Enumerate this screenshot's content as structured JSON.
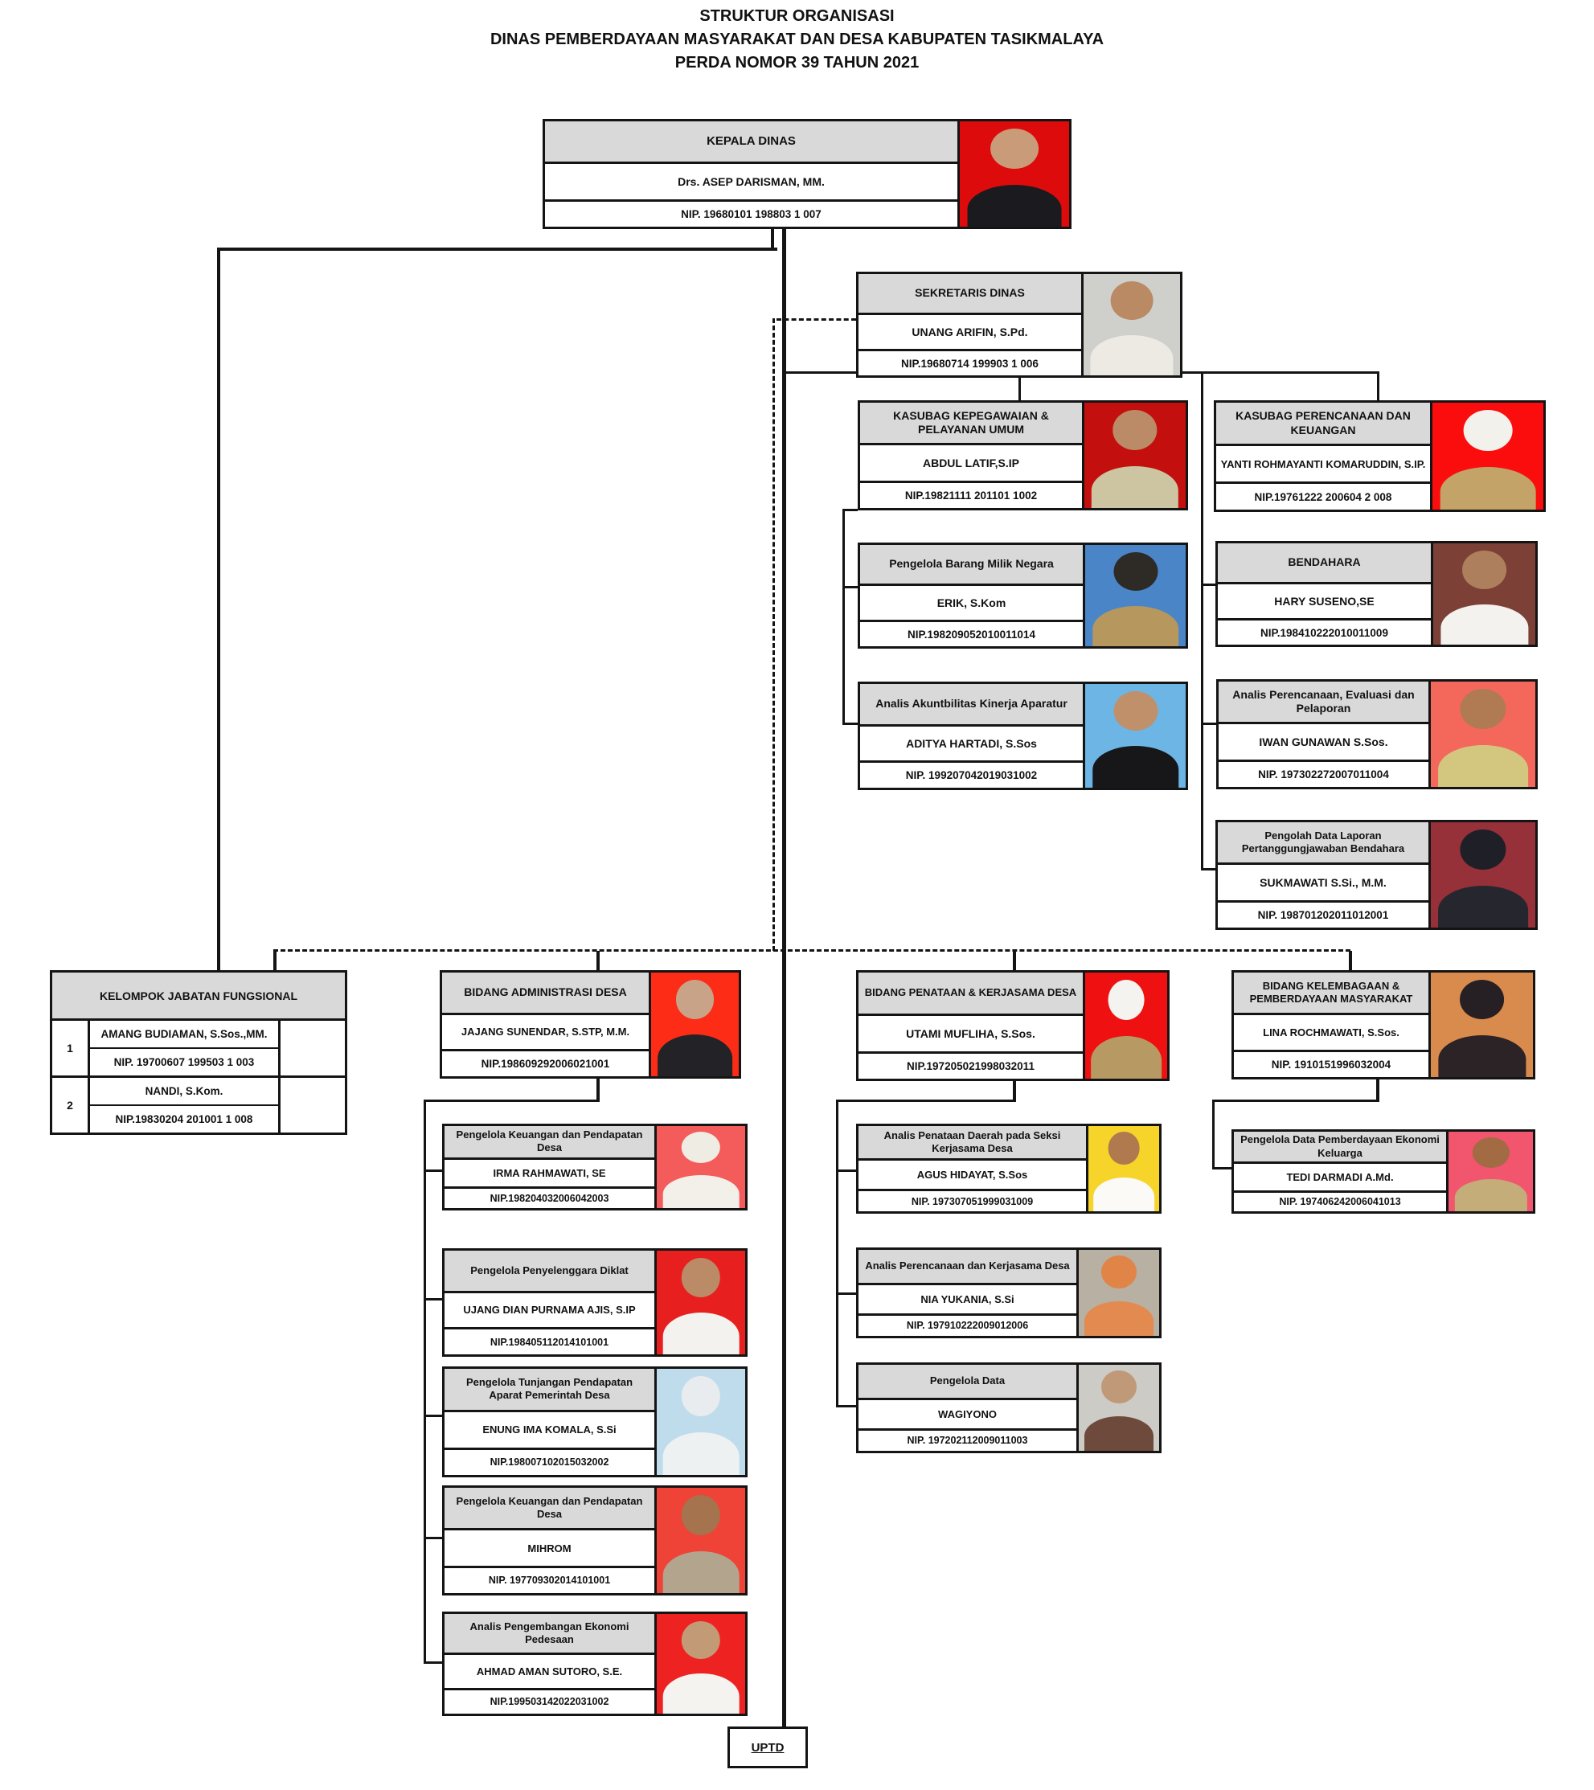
{
  "page_title": {
    "line1": "STRUKTUR ORGANISASI",
    "line2": "DINAS PEMBERDAYAAN MASYARAKAT DAN DESA KABUPATEN TASIKMALAYA",
    "line3": "PERDA NOMOR 39 TAHUN 2021"
  },
  "colors": {
    "card_header_bg": "#d9d9d9",
    "border": "#141414",
    "background": "#ffffff"
  },
  "cards": {
    "kepala": {
      "title": "KEPALA DINAS",
      "name": "Drs. ASEP DARISMAN, MM.",
      "nip": "NIP. 19680101 198803 1 007",
      "photo_bg": "#dd0b0b",
      "torso": "#1b1b1f",
      "head": "#c99b78"
    },
    "sekretaris": {
      "title": "SEKRETARIS DINAS",
      "name": "UNANG ARIFIN, S.Pd.",
      "nip": "NIP.19680714 199903 1 006",
      "photo_bg": "#cfcfcb",
      "torso": "#eceae2",
      "head": "#b98a63"
    },
    "kasubag_kepegawaian": {
      "title": "KASUBAG KEPEGAWAIAN & PELAYANAN UMUM",
      "name": "ABDUL LATIF,S.IP",
      "nip": "NIP.19821111 201101 1002",
      "photo_bg": "#c40f0f",
      "torso": "#cdc5a1",
      "head": "#bb8a66"
    },
    "kasubag_perencanaan": {
      "title": "KASUBAG PERENCANAAN DAN KEUANGAN",
      "name": "YANTI ROHMAYANTI KOMARUDDIN, S.IP.",
      "nip": "NIP.19761222 200604 2 008",
      "photo_bg": "#fb0d0d",
      "torso": "#c3a368",
      "head": "#f3f1ec"
    },
    "erik": {
      "title": "Pengelola Barang Milik Negara",
      "name": "ERIK, S.Kom",
      "nip": "NIP.198209052010011014",
      "photo_bg": "#4a85c8",
      "torso": "#b6975d",
      "head": "#2e2a26"
    },
    "bendahara": {
      "title": "BENDAHARA",
      "name": "HARY SUSENO,SE",
      "nip": "NIP.198410222010011009",
      "photo_bg": "#7c4036",
      "torso": "#f3f2ef",
      "head": "#ad7f5c"
    },
    "aditya": {
      "title": "Analis Akuntbilitas Kinerja Aparatur",
      "name": "ADITYA HARTADI, S.Sos",
      "nip": "NIP. 199207042019031002",
      "photo_bg": "#6cb5e4",
      "torso": "#17171a",
      "head": "#c0906a"
    },
    "iwan": {
      "title": "Analis Perencanaan, Evaluasi dan Pelaporan",
      "name": "IWAN GUNAWAN S.Sos.",
      "nip": "NIP. 197302272007011004",
      "photo_bg": "#f4685c",
      "torso": "#d3c77f",
      "head": "#b07a52"
    },
    "sukmawati": {
      "title": "Pengolah Data Laporan Pertanggungjawaban Bendahara",
      "name": "SUKMAWATI S.Si., M.M.",
      "nip": "NIP. 198701202011012001",
      "photo_bg": "#963039",
      "torso": "#26262e",
      "head": "#1f1f28"
    },
    "bidang_admin": {
      "title": "BIDANG ADMINISTRASI DESA",
      "name": "JAJANG SUNENDAR, S.STP, M.M.",
      "nip": "NIP.198609292006021001",
      "photo_bg": "#fc2c16",
      "torso": "#232327",
      "head": "#c9a387"
    },
    "bidang_penataan": {
      "title": "BIDANG PENATAAN & KERJASAMA DESA",
      "name": "UTAMI MUFLIHA, S.Sos.",
      "nip": "NIP.197205021998032011",
      "photo_bg": "#ef1111",
      "torso": "#b79a63",
      "head": "#f4f3ef"
    },
    "bidang_kelembagaan": {
      "title": "BIDANG KELEMBAGAAN & PEMBERDAYAAN MASYARAKAT",
      "name": "LINA ROCHMAWATI, S.Sos.",
      "nip": "NIP. 1910151996032004",
      "photo_bg": "#d98a4d",
      "torso": "#2b2326",
      "head": "#261f24"
    },
    "irma": {
      "title": "Pengelola Keuangan dan Pendapatan Desa",
      "name": "IRMA RAHMAWATI, SE",
      "nip": "NIP.198204032006042003",
      "photo_bg": "#f45b5b",
      "torso": "#f3efe9",
      "head": "#efece4"
    },
    "ujang": {
      "title": "Pengelola Penyelenggara Diklat",
      "name": "UJANG DIAN PURNAMA AJIS, S.IP",
      "nip": "NIP.198405112014101001",
      "photo_bg": "#e81f1f",
      "torso": "#f4f2ee",
      "head": "#bb8a66"
    },
    "enung": {
      "title": "Pengelola Tunjangan Pendapatan Aparat Pemerintah Desa",
      "name": "ENUNG IMA KOMALA, S.Si",
      "nip": "NIP.198007102015032002",
      "photo_bg": "#bfdcec",
      "torso": "#eef1f2",
      "head": "#e9ecee"
    },
    "mihrom": {
      "title": "Pengelola Keuangan dan Pendapatan Desa",
      "name": "MIHROM",
      "nip": "NIP. 197709302014101001",
      "photo_bg": "#ef4337",
      "torso": "#b3a48e",
      "head": "#a5734d"
    },
    "ahmad": {
      "title": "Analis Pengembangan Ekonomi Pedesaan",
      "name": "AHMAD AMAN SUTORO, S.E.",
      "nip": "NIP.199503142022031002",
      "photo_bg": "#ef2222",
      "torso": "#f5f3f0",
      "head": "#c39a76"
    },
    "agus": {
      "title": "Analis Penataan Daerah pada Seksi Kerjasama Desa",
      "name": "AGUS HIDAYAT, S.Sos",
      "nip": "NIP. 197307051999031009",
      "photo_bg": "#f6d42a",
      "torso": "#fbfaf6",
      "head": "#b0794e"
    },
    "nia": {
      "title": "Analis Perencanaan dan Kerjasama Desa",
      "name": "NIA YUKANIA, S.Si",
      "nip": "NIP. 197910222009012006",
      "photo_bg": "#b8b0a2",
      "torso": "#e28a50",
      "head": "#e08448"
    },
    "wagiyono": {
      "title": "Pengelola Data",
      "name": "WAGIYONO",
      "nip": "NIP. 197202112009011003",
      "photo_bg": "#cccbc6",
      "torso": "#6e4a3c",
      "head": "#c09a78"
    },
    "tedi": {
      "title": "Pengelola Data Pemberdayaan Ekonomi Keluarga",
      "name": "TEDI DARMADI A.Md.",
      "nip": "NIP. 197406242006041013",
      "photo_bg": "#f2556e",
      "torso": "#c5ad7a",
      "head": "#a26b44"
    }
  },
  "kelompok": {
    "title": "KELOMPOK JABATAN FUNGSIONAL",
    "rows": [
      {
        "no": "1",
        "name": "AMANG BUDIAMAN, S.Sos.,MM.",
        "nip": "NIP. 19700607 199503 1 003"
      },
      {
        "no": "2",
        "name": "NANDI, S.Kom.",
        "nip": "NIP.19830204 201001 1 008"
      }
    ]
  },
  "uptd": {
    "label": "UPTD"
  }
}
